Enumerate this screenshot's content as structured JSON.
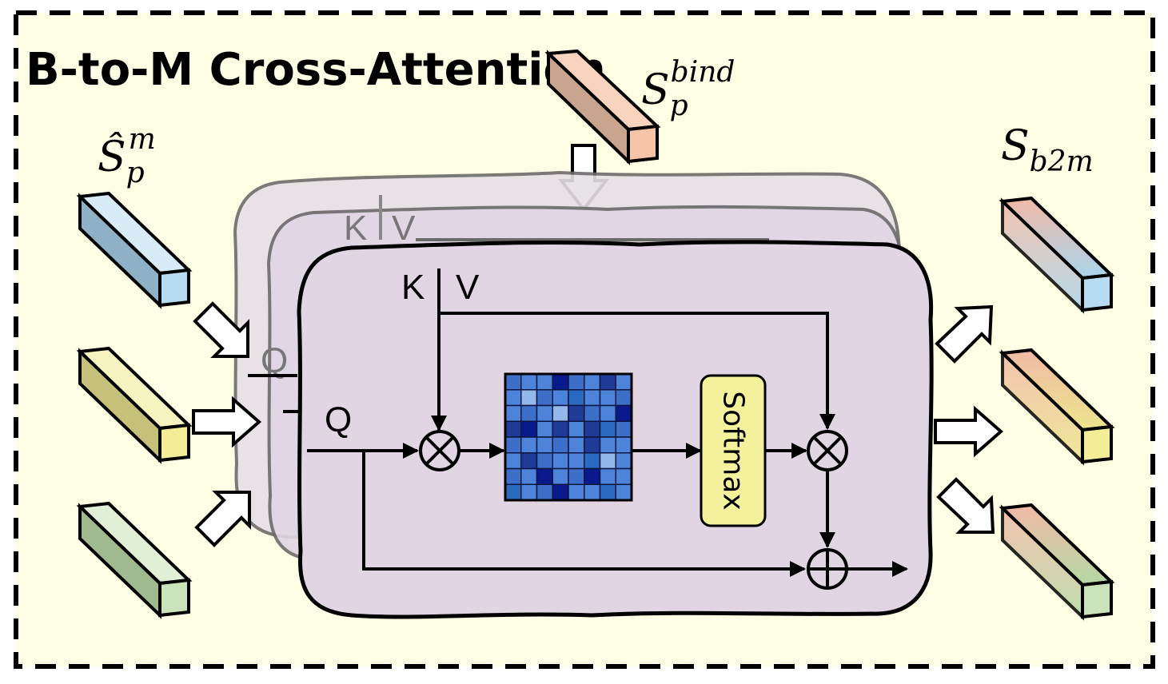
{
  "title": "B-to-M Cross-Attention",
  "labels": {
    "key": "K",
    "value": "V",
    "query": "Q",
    "softmax": "Softmax"
  },
  "math": {
    "bind_base": "S",
    "bind_sub": "p",
    "bind_sup": "bind",
    "mod_base": "Ŝ",
    "mod_sub": "p",
    "mod_sup": "m",
    "out_base": "S",
    "out_sub": "b2m"
  },
  "icons": {
    "multiply": "circled-times-icon",
    "add": "circled-plus-icon",
    "arrow": "hollow-arrow-icon"
  },
  "colors": {
    "background": "#fefee4",
    "panel": "#e3d6e6",
    "bind_token": "#f6c4a8",
    "token_blue": "#b8dcef",
    "token_yellow": "#f2ed96",
    "token_green": "#cbe3bb",
    "softmax_box": "#f4f19c"
  },
  "heatmap": {
    "palette": [
      "#0a1a8c",
      "#1f3b96",
      "#3d6fc8",
      "#4d83d8",
      "#6aa0e6",
      "#94b8ec",
      "#2a6bbf"
    ],
    "cells": [
      [
        2,
        3,
        3,
        0,
        2,
        3,
        1,
        3
      ],
      [
        3,
        5,
        2,
        3,
        6,
        3,
        3,
        2
      ],
      [
        3,
        2,
        3,
        5,
        1,
        2,
        3,
        0
      ],
      [
        1,
        0,
        3,
        1,
        3,
        1,
        6,
        2
      ],
      [
        2,
        3,
        3,
        2,
        3,
        1,
        3,
        3
      ],
      [
        3,
        1,
        2,
        3,
        3,
        6,
        5,
        3
      ],
      [
        2,
        3,
        0,
        3,
        2,
        0,
        3,
        3
      ],
      [
        6,
        3,
        2,
        0,
        3,
        3,
        6,
        3
      ]
    ]
  }
}
